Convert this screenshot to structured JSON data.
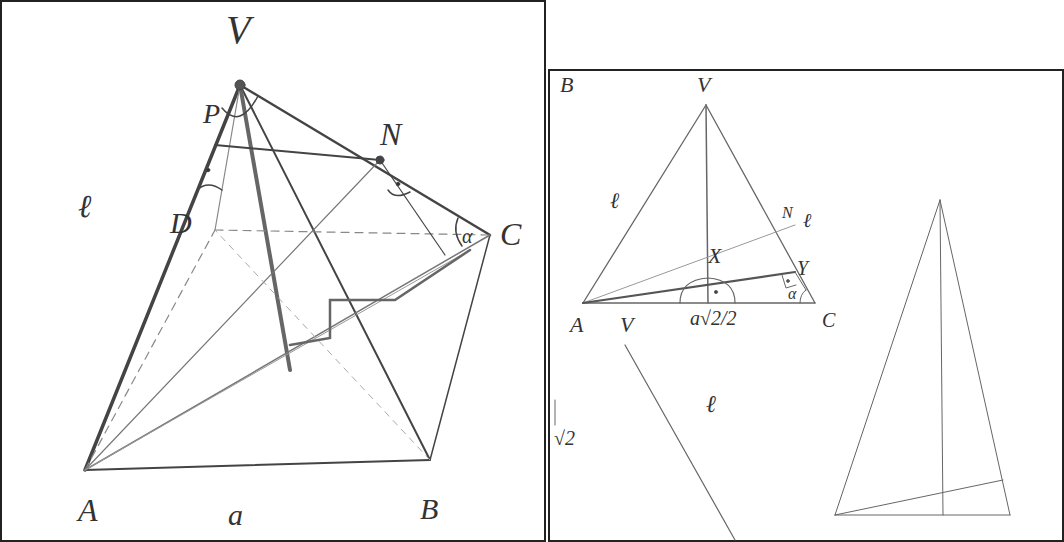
{
  "diagram": {
    "labels": [
      "V",
      "P",
      "N",
      "ℓ",
      "D",
      "C",
      "α",
      "A",
      "a",
      "B",
      "B",
      "V",
      "ℓ",
      "N",
      "ℓ",
      "X",
      "Y",
      "α",
      "A",
      "V",
      "a√2/2",
      "C",
      "√2",
      "ℓ"
    ]
  }
}
